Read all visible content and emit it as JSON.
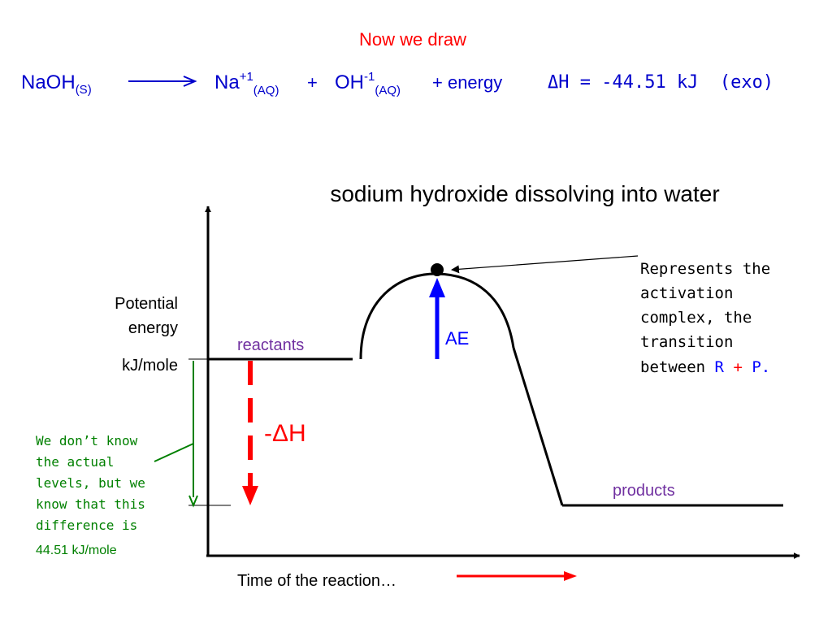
{
  "slide": {
    "heading": "Now we draw",
    "equation": {
      "reactant": "NaOH",
      "reactant_state": "(S)",
      "product1": "Na",
      "product1_charge": "+1",
      "product1_state": "(AQ)",
      "plus": "+",
      "product2": "OH",
      "product2_charge": "-1",
      "product2_state": "(AQ)",
      "energy_term": "+ energy",
      "enthalpy": "ΔH = -44.51 kJ  (exo)"
    },
    "colors": {
      "heading": "#ff0000",
      "equation": "#0000cc",
      "blue_arrow": "#0000ff",
      "red_arrow": "#ff0000",
      "green": "#008000",
      "purple": "#7030a0",
      "line": "#000000"
    }
  },
  "diagram": {
    "title": "sodium hydroxide dissolving into water",
    "y_axis_label_line1": "Potential",
    "y_axis_label_line2": "energy",
    "y_axis_unit": "kJ/mole",
    "x_axis_label": "Time of the reaction…",
    "reactants_label": "reactants",
    "products_label": "products",
    "ae_label": "AE",
    "delta_h_label": "-ΔH",
    "activation_note": [
      "Represents the",
      "activation",
      "complex, the",
      "transition"
    ],
    "activation_note_last_prefix": "between",
    "activation_note_r": "R",
    "activation_note_plus": "+",
    "activation_note_p": "P.",
    "green_note": [
      "We don’t know",
      "the actual",
      "levels, but we",
      "know that this",
      "difference is",
      "44.51 kJ/mole"
    ]
  }
}
